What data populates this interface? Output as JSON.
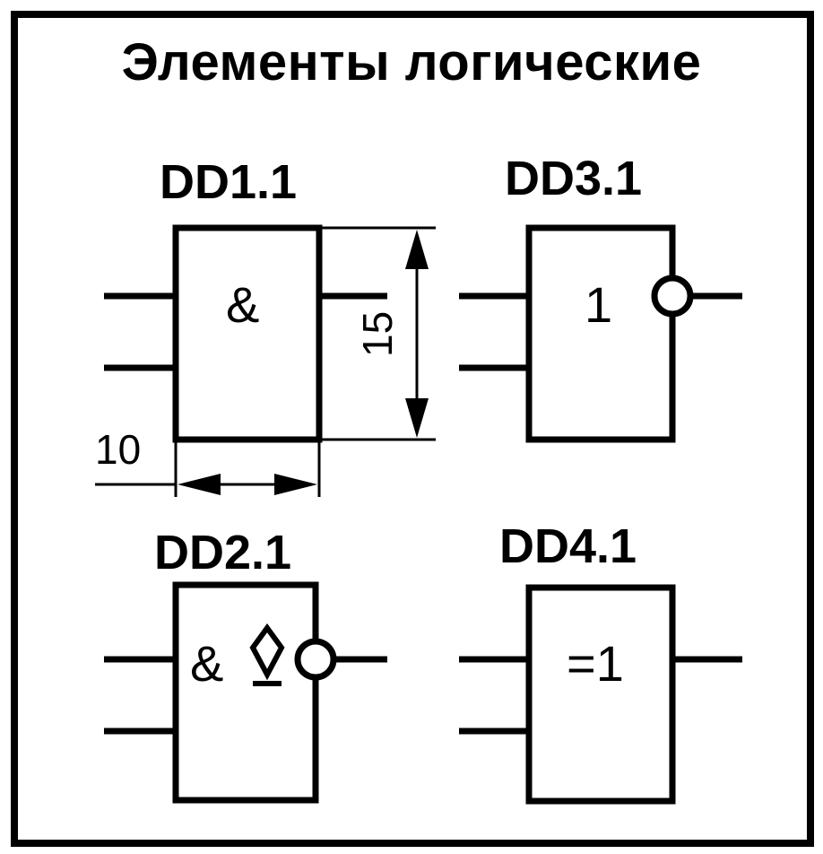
{
  "title": "Элементы логические",
  "elements": [
    {
      "id": "DD1.1",
      "symbol": "&"
    },
    {
      "id": "DD3.1",
      "symbol": "1"
    },
    {
      "id": "DD2.1",
      "symbol": "&"
    },
    {
      "id": "DD4.1",
      "symbol": "=1"
    }
  ],
  "dimensions": {
    "width": "10",
    "height": "15"
  },
  "colors": {
    "ink": "#000000",
    "paper": "#ffffff"
  }
}
